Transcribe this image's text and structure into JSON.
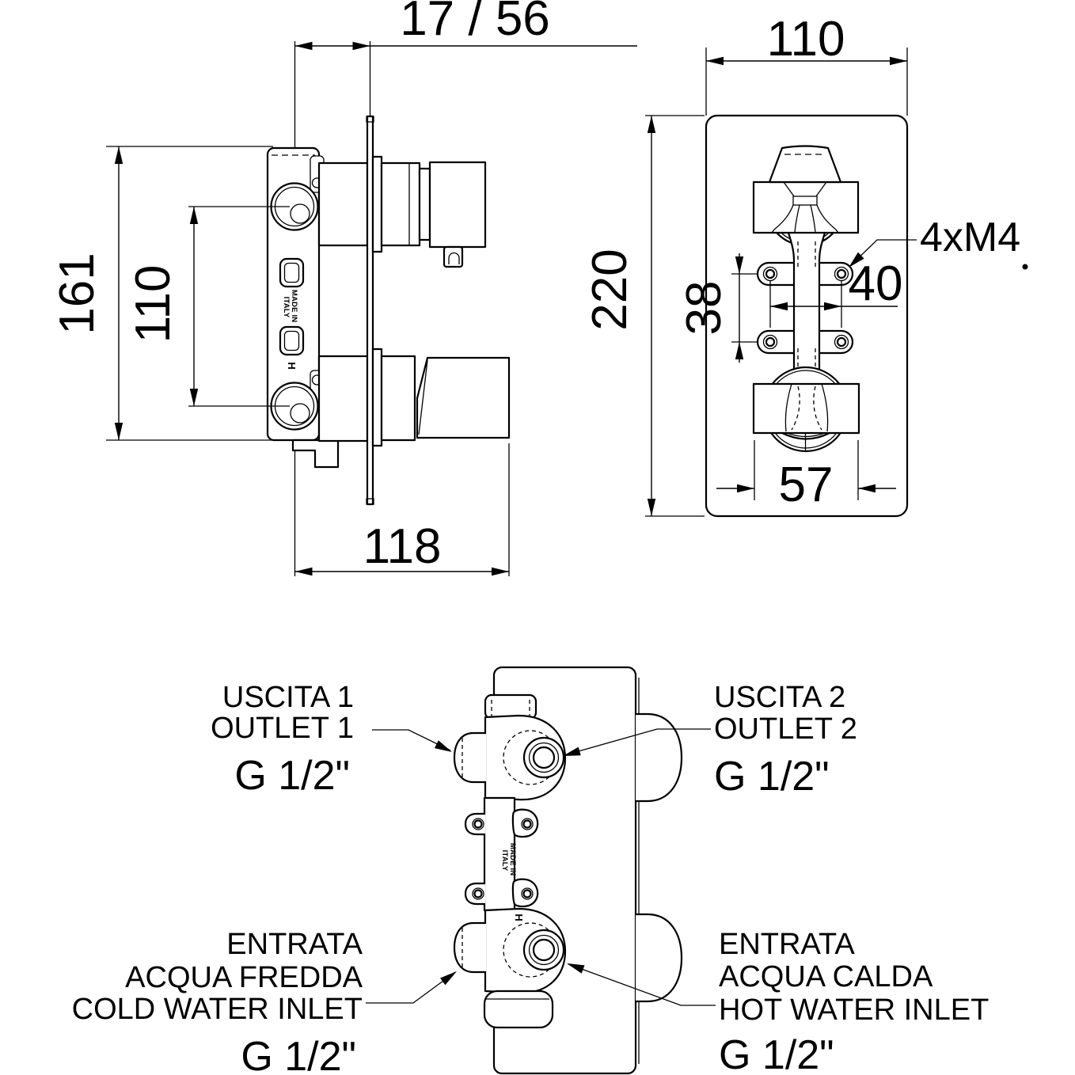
{
  "colors": {
    "background": "#ffffff",
    "line": "#000000"
  },
  "side_view": {
    "dim_depth": "17 / 56",
    "dim_height_overall": "161",
    "dim_port_spacing": "110",
    "dim_width": "118",
    "mark_made_in": "MADE IN",
    "mark_italy": "ITALY",
    "mark_h": "H"
  },
  "front_view": {
    "dim_width": "110",
    "dim_height": "220",
    "screw_label": "4xM4",
    "dim_screw_spacing_h": "40",
    "dim_screw_spacing_v": "38",
    "dim_handle_width": "57"
  },
  "rear_view": {
    "outlet1": {
      "line1": "USCITA 1",
      "line2": "OUTLET 1",
      "size": "G 1/2\""
    },
    "outlet2": {
      "line1": "USCITA 2",
      "line2": "OUTLET 2",
      "size": "G 1/2\""
    },
    "cold_inlet": {
      "line1": "ENTRATA",
      "line2": "ACQUA FREDDA",
      "line3": "COLD WATER INLET",
      "size": "G 1/2\""
    },
    "hot_inlet": {
      "line1": "ENTRATA",
      "line2": "ACQUA CALDA",
      "line3": "HOT WATER INLET",
      "size": "G 1/2\""
    },
    "mark_made_in": "MADE IN",
    "mark_italy": "ITALY",
    "mark_h": "H"
  }
}
